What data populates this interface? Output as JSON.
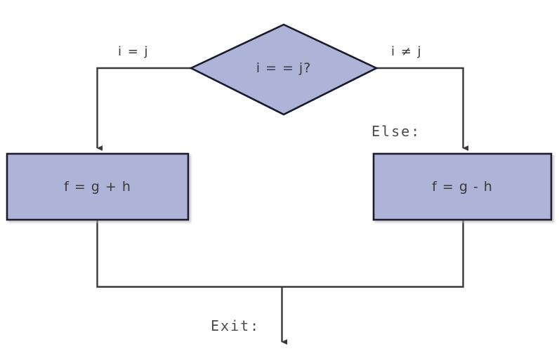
{
  "diagram": {
    "title": "if-else branch flowchart",
    "colors": {
      "shape_fill": "#aeb3d8",
      "shape_stroke": "#1a1a2e",
      "line": "#3a3a3a",
      "text": "#3a3a3a",
      "background": "#ffffff"
    },
    "nodes": [
      {
        "id": "condition",
        "type": "decision",
        "shape": "diamond",
        "label": "i = = j?"
      },
      {
        "id": "then-block",
        "type": "process",
        "shape": "rectangle",
        "label": "f = g + h"
      },
      {
        "id": "else-block",
        "type": "process",
        "shape": "rectangle",
        "label": "f = g - h"
      }
    ],
    "edge_labels": {
      "true_branch": "i = j",
      "false_branch": "i ≠ j",
      "else_marker": "Else:",
      "exit_marker": "Exit:"
    }
  }
}
